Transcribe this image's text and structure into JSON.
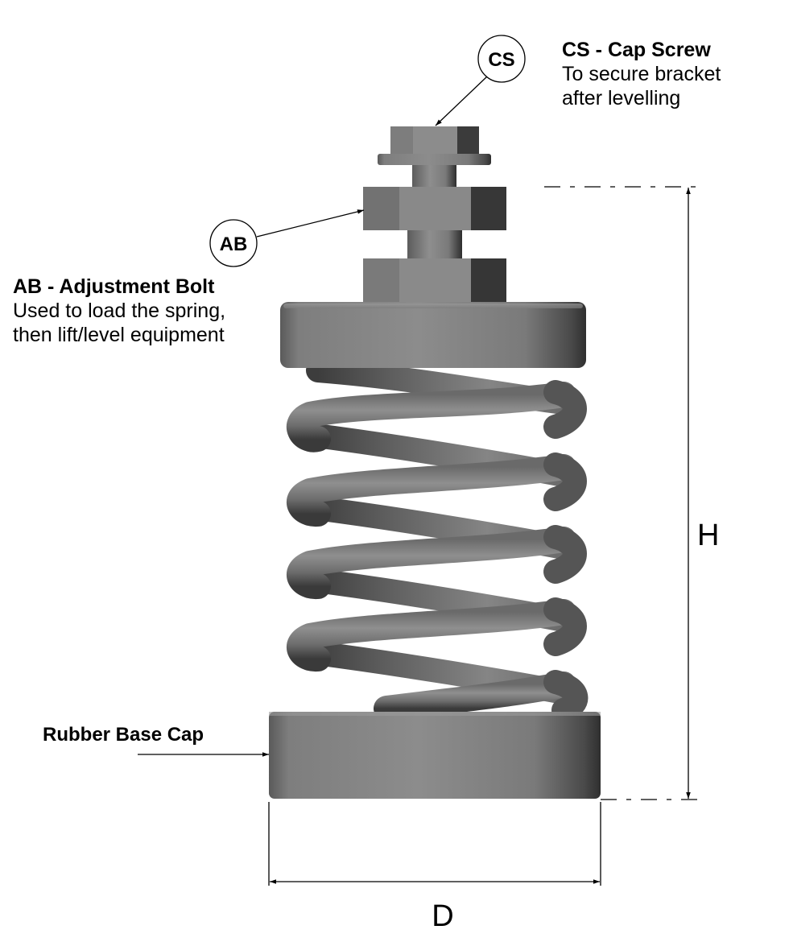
{
  "title": "Spring Mount Assembly",
  "callouts": [
    {
      "id": "CS",
      "bubble": "CS",
      "title": "CS - Cap Screw",
      "description_lines": [
        "To secure bracket",
        "after levelling"
      ]
    },
    {
      "id": "AB",
      "bubble": "AB",
      "title": "AB - Adjustment Bolt",
      "description_lines": [
        "Used to load the spring,",
        "then lift/level equipment"
      ]
    }
  ],
  "base_label": "Rubber Base Cap",
  "dimensions": {
    "height_label": "H",
    "diameter_label": "D"
  },
  "components": [
    "cap-screw",
    "adjustment-bolt",
    "upper-hex-nut",
    "lower-hex-nut",
    "top-plate",
    "coil-spring",
    "rubber-base-cap"
  ],
  "colors": {
    "metal_light": "#8e8e8e",
    "metal_mid": "#7a7a7a",
    "metal_dark": "#3a3a3a",
    "line": "#000000"
  }
}
